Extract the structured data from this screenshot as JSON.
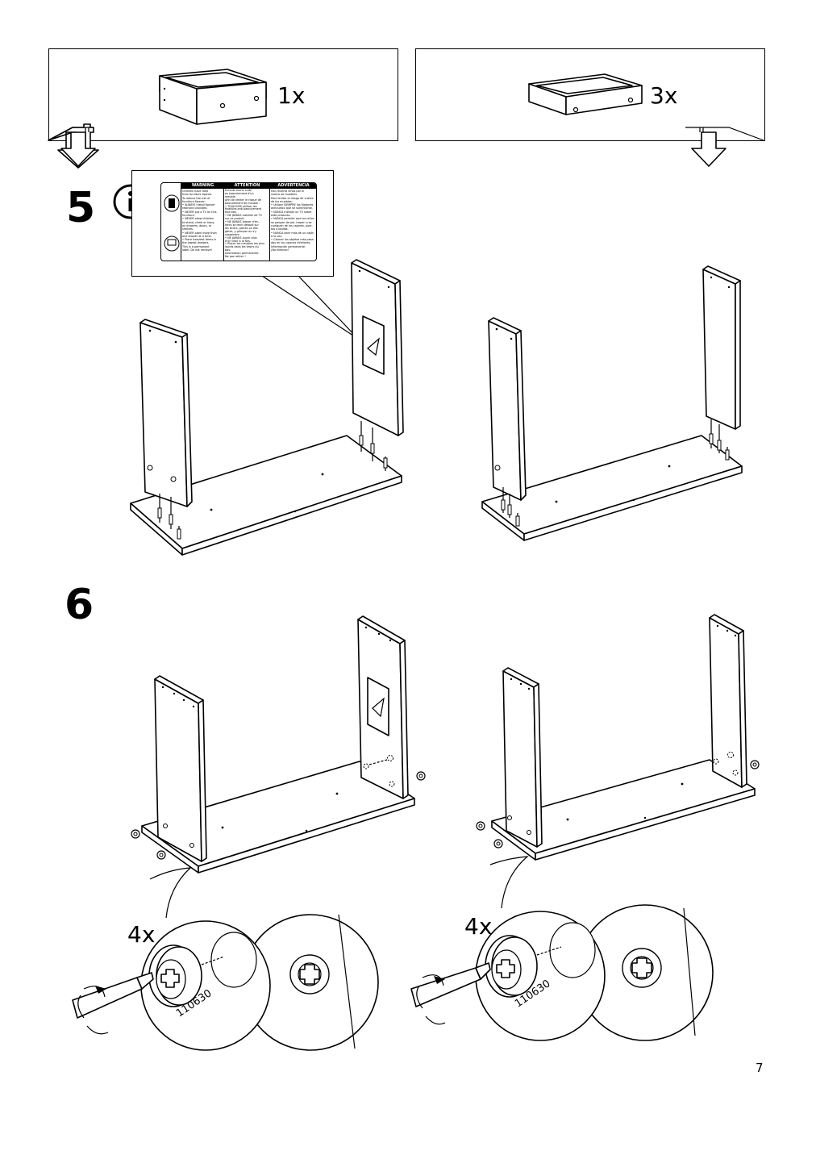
{
  "page": {
    "number": "7"
  },
  "variants": {
    "left": {
      "count": "1x",
      "drawer_icon": "deep-drawer-icon"
    },
    "right": {
      "count": "3x",
      "drawer_icon": "shallow-drawer-icon"
    }
  },
  "steps": [
    {
      "number": "5",
      "icon": "info-icon"
    },
    {
      "number": "6"
    }
  ],
  "warning_label": {
    "headers": [
      "WARNING",
      "ATTENTION",
      "ADVERTENCIA"
    ],
    "columns": [
      [
        "Children have died",
        "from furniture tipover.",
        "To reduce the risk of",
        "furniture tipover:",
        "• ALWAYS install tipover",
        "restraint provided.",
        "• NEVER put a TV on this",
        "furniture.",
        "• NEVER allow children",
        "to stand, climb or hang",
        "on drawers, doors, or",
        "shelves.",
        "• NEVER open more than",
        "one drawer at a time.",
        "• Place heaviest items in",
        "the lowest drawers.",
        "This is a permanent",
        "label: Do not remove!"
      ],
      [
        "Enfants morts suite",
        "au basculement d'un",
        "meuble.",
        "Afin de limiter le risque de",
        "basculement de meuble :",
        "• TOUJOURS utiliser les",
        "fixations anti-basculement",
        "fournies.",
        "• NE JAMAIS installer de TV",
        "sur ce produit.",
        "• NE JAMAIS laisser d'en-",
        "fants se tenir debout sur",
        "les tiroirs, portes ou éta-",
        "gères, y grimper ou s'y",
        "suspendre.",
        "• NE JAMAIS ouvrir plus",
        "d'un tiroir à la fois.",
        "• Placer les meubles les plus",
        "lourds dans les tiroirs du",
        "bas.",
        "Information permanente.",
        "Ne pas retirer !"
      ],
      [
        "Han muerto niños por el",
        "vuelco de muebles.",
        "Para limitar el riesgo de vuelco",
        "de los muebles:",
        "• Utilizar SIEMPRE los fijadores",
        "antivuelco que se suministran.",
        "• NUNCA instalar un TV sobre",
        "este producto.",
        "• NUNCA permitir que los niños",
        "se pongan de pie, trepen o se",
        "cuelguen de los cajones, puer-",
        "tas o baldas.",
        "• NUNCA abrir más de un cajón",
        "a la vez.",
        "• Colocar los objetos más pesa-",
        "dos en los cajones inferiores.",
        "Información permanente.",
        "¡No eliminar!"
      ]
    ]
  },
  "fittings": {
    "left_qty": "4x",
    "right_qty": "4x",
    "part_number_left": "110630",
    "part_number_right": "110630"
  }
}
